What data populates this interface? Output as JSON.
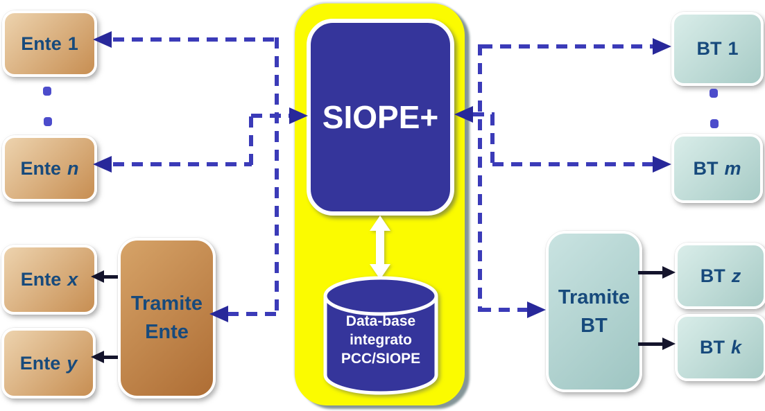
{
  "colors": {
    "dash": "#3B3BB8",
    "arrowhead": "#28289A",
    "dark_arrow": "#14142C",
    "yellow": "#FBFB00",
    "indigo": "#35359B",
    "label_navy": "#174A7C",
    "ente_light": "#EDD3AE",
    "ente_dark": "#C78E52",
    "tramite_ente_light": "#D6A368",
    "tramite_ente_dark": "#AE6D34",
    "bt_light": "#D9EDE9",
    "bt_dark": "#A7CBC6",
    "tramite_bt_light": "#C9E3E1",
    "tramite_bt_dark": "#9EC5C2",
    "dots": "#4C4CCB"
  },
  "center": {
    "siope_label": "SIOPE+",
    "database": {
      "line1": "Data-base",
      "line2": "integrato",
      "line3": "PCC/SIOPE"
    }
  },
  "left": {
    "ente1": {
      "prefix": "Ente",
      "var": "1"
    },
    "ente_n": {
      "prefix": "Ente",
      "var": "n"
    },
    "ente_x": {
      "prefix": "Ente",
      "var": "x"
    },
    "ente_y": {
      "prefix": "Ente",
      "var": "y"
    },
    "tramite": {
      "line1": "Tramite",
      "line2": "Ente"
    }
  },
  "right": {
    "bt1": {
      "prefix": "BT",
      "var": "1"
    },
    "bt_m": {
      "prefix": "BT",
      "var": "m"
    },
    "bt_z": {
      "prefix": "BT",
      "var": "z"
    },
    "bt_k": {
      "prefix": "BT",
      "var": "k"
    },
    "tramite": {
      "line1": "Tramite",
      "line2": "BT"
    }
  }
}
